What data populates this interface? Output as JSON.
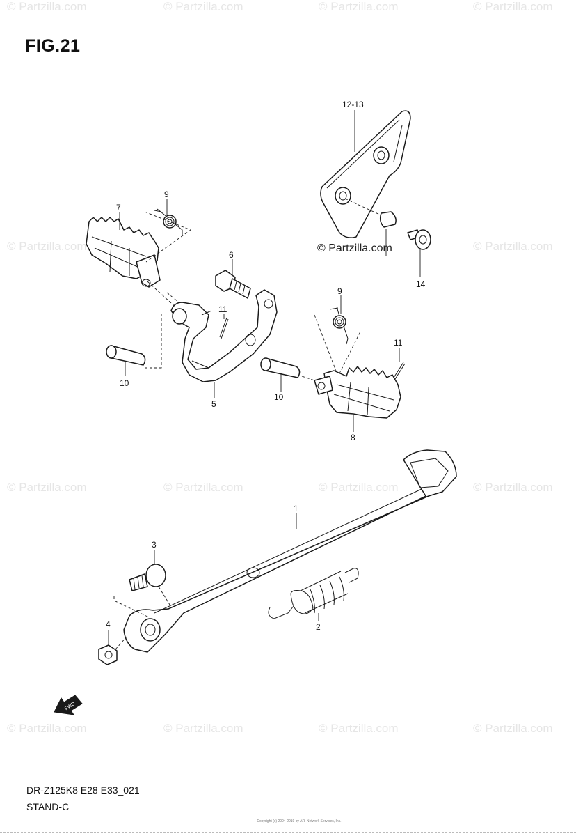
{
  "figure": {
    "title": "FIG.21",
    "model_code": "DR-Z125K8 E28 E33_021",
    "assembly_name": "STAND-C",
    "copyright": "© Partzilla.com",
    "fine_print": "Copyright (c) 2004-2019 by ARI Network Services, Inc."
  },
  "watermark_text": "© Partzilla.com",
  "callouts": [
    {
      "id": "1",
      "label": "1"
    },
    {
      "id": "2",
      "label": "2"
    },
    {
      "id": "3",
      "label": "3"
    },
    {
      "id": "4",
      "label": "4"
    },
    {
      "id": "5",
      "label": "5"
    },
    {
      "id": "6",
      "label": "6"
    },
    {
      "id": "7",
      "label": "7"
    },
    {
      "id": "8",
      "label": "8"
    },
    {
      "id": "9a",
      "label": "9"
    },
    {
      "id": "9b",
      "label": "9"
    },
    {
      "id": "10a",
      "label": "10"
    },
    {
      "id": "10b",
      "label": "10"
    },
    {
      "id": "11a",
      "label": "11"
    },
    {
      "id": "11b",
      "label": "11"
    },
    {
      "id": "12",
      "label": "12-13"
    },
    {
      "id": "14",
      "label": "14"
    }
  ],
  "fwd_label": "FWD",
  "colors": {
    "line": "#1a1a1a",
    "watermark": "#e6e6e6",
    "background": "#ffffff"
  }
}
